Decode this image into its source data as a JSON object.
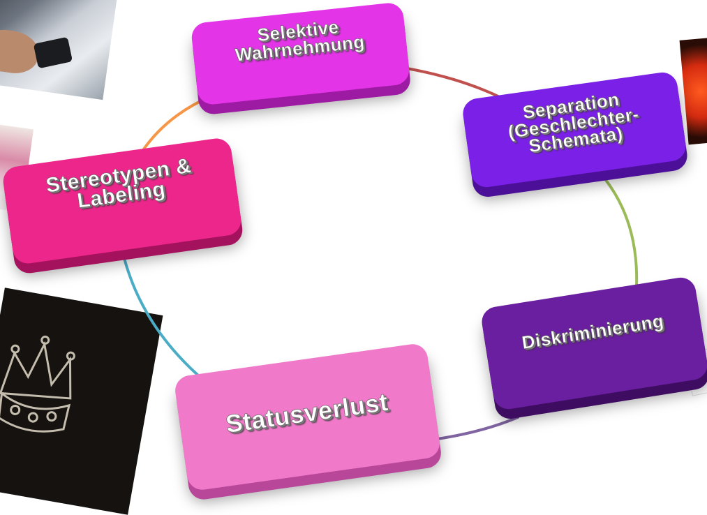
{
  "diagram": {
    "nodes": [
      {
        "id": "selektive",
        "label": "Selektive Wahrnehmung",
        "color": "#e434e8",
        "shade": "#9d1aa2"
      },
      {
        "id": "separation",
        "label": "Separation (Geschlechter-Schemata)",
        "color": "#7b20e6",
        "shade": "#4c0f98"
      },
      {
        "id": "diskriminierung",
        "label": "Diskriminierung",
        "color": "#6a1ea0",
        "shade": "#3e0d61"
      },
      {
        "id": "statusverlust",
        "label": "Statusverlust",
        "color": "#f07ac9",
        "shade": "#b8479a"
      },
      {
        "id": "stereotypen",
        "label": "Stereotypen & Labeling",
        "color": "#ec268a",
        "shade": "#a4125d"
      }
    ],
    "connectors": [
      {
        "from": "selektive",
        "to": "separation",
        "color": "#c0504d"
      },
      {
        "from": "separation",
        "to": "diskriminierung",
        "color": "#9bbb59"
      },
      {
        "from": "diskriminierung",
        "to": "statusverlust",
        "color": "#8064a2"
      },
      {
        "from": "statusverlust",
        "to": "stereotypen",
        "color": "#4bacc6"
      },
      {
        "from": "stereotypen",
        "to": "selektive",
        "color": "#f79646"
      }
    ]
  }
}
